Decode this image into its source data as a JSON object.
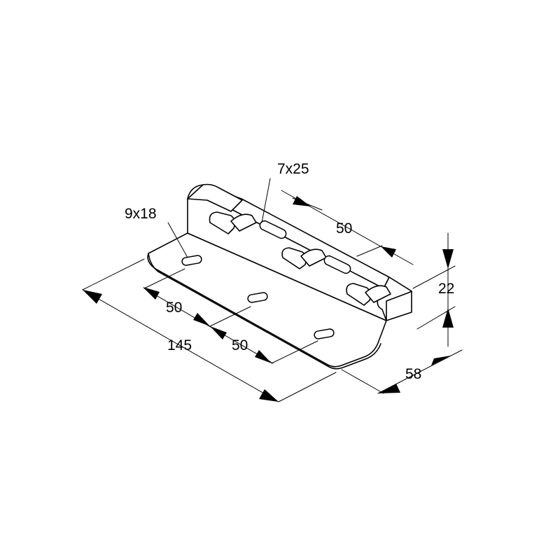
{
  "colors": {
    "line": "#000000",
    "background": "#ffffff"
  },
  "labels": {
    "hole_size": "9x18",
    "slot_size": "7x25",
    "top_pitch": "50",
    "height": "22",
    "bottom_pitch_left": "50",
    "bottom_pitch_right": "50",
    "length": "145",
    "width": "58"
  }
}
